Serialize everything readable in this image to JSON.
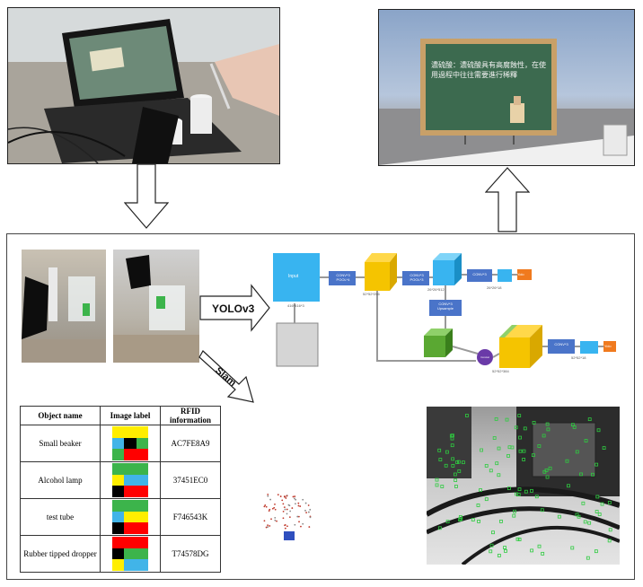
{
  "top_right_board": {
    "chinese_text": "濃硫酸：濃硫酸具有高腐蝕性，在使用過程中往往需要進行稀釋"
  },
  "flow_labels": {
    "yolo": "YOLOv3",
    "slam": "Slam"
  },
  "network": {
    "input_label": "Input",
    "input_dim": "416*416*3",
    "blocks": [
      {
        "label": "CONV*3\nPOOL*4",
        "color": "#4a74c9"
      },
      {
        "label": "CONV*3\nPOOL*3",
        "color": "#4a74c9"
      },
      {
        "label": "CONV*3",
        "color": "#4a74c9"
      },
      {
        "label": "CONV*3\nUpsample",
        "color": "#4a74c9"
      },
      {
        "label": "CONV*3",
        "color": "#4a74c9"
      }
    ],
    "concat_label": "Concat",
    "yolo_out": "Yolo",
    "dims": [
      "52*52*256",
      "26*26*512",
      "26*26*18",
      "52*52*384",
      "52*52*18"
    ]
  },
  "table": {
    "headers": [
      "Object name",
      "Image label",
      "RFID information"
    ],
    "rows": [
      {
        "name": "Small beaker",
        "rfid": "AC7FE8A9",
        "tags": [
          [
            "#ffee00",
            "#ffee00",
            "#ffee00"
          ],
          [
            "#41b4e8",
            "#000000",
            "#3cb44b"
          ],
          [
            "#3cb44b",
            "#ff0000",
            "#ff0000"
          ]
        ]
      },
      {
        "name": "Alcohol lamp",
        "rfid": "37451EC0",
        "tags": [
          [
            "#3cb44b",
            "#3cb44b",
            "#3cb44b"
          ],
          [
            "#ffee00",
            "#41b4e8",
            "#41b4e8"
          ],
          [
            "#000000",
            "#ff0000",
            "#ff0000"
          ]
        ]
      },
      {
        "name": "test tube",
        "rfid": "F746543K",
        "tags": [
          [
            "#3cb44b",
            "#3cb44b",
            "#3cb44b"
          ],
          [
            "#41b4e8",
            "#ffee00",
            "#ffee00"
          ],
          [
            "#000000",
            "#ff0000",
            "#ff0000"
          ]
        ]
      },
      {
        "name": "Rubber tipped dropper",
        "rfid": "T74578DG",
        "tags": [
          [
            "#ff0000",
            "#ff0000",
            "#ff0000"
          ],
          [
            "#000000",
            "#3cb44b",
            "#3cb44b"
          ],
          [
            "#ffee00",
            "#41b4e8",
            "#41b4e8"
          ]
        ]
      }
    ]
  },
  "colors": {
    "block_blue": "#4a74c9",
    "input_cyan": "#38b4f0",
    "feature_yellow": "#f5c400",
    "feature_green": "#5aa832",
    "concat_purple": "#6a3aa8",
    "yolo_orange": "#f07a1e"
  }
}
